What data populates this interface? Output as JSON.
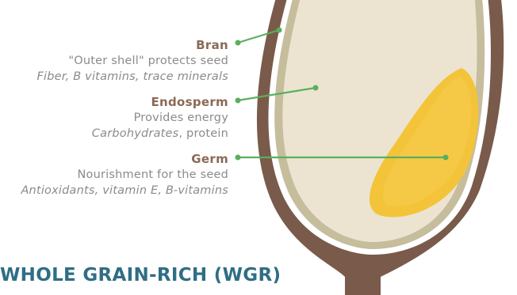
{
  "parts": {
    "bran": {
      "name": "Bran",
      "description": "\"Outer shell\" protects seed",
      "nutrients": "Fiber, B vitamins, trace minerals"
    },
    "endosperm": {
      "name": "Endosperm",
      "description": "Provides energy",
      "nutrients_italic": "Carbohydrates",
      "nutrients_rest": ", protein"
    },
    "germ": {
      "name": "Germ",
      "description": "Nourishment for the seed",
      "nutrients": "Antioxidants, vitamin E, B-vitamins"
    }
  },
  "heading": "WHOLE GRAIN-RICH (WGR)",
  "colors": {
    "hull": "#7a5a4a",
    "bran_layer": "#c5bd9c",
    "endosperm": "#ece4d0",
    "germ": "#f3c43a",
    "pointer": "#5aaf5c",
    "heading": "#2f6e85"
  }
}
